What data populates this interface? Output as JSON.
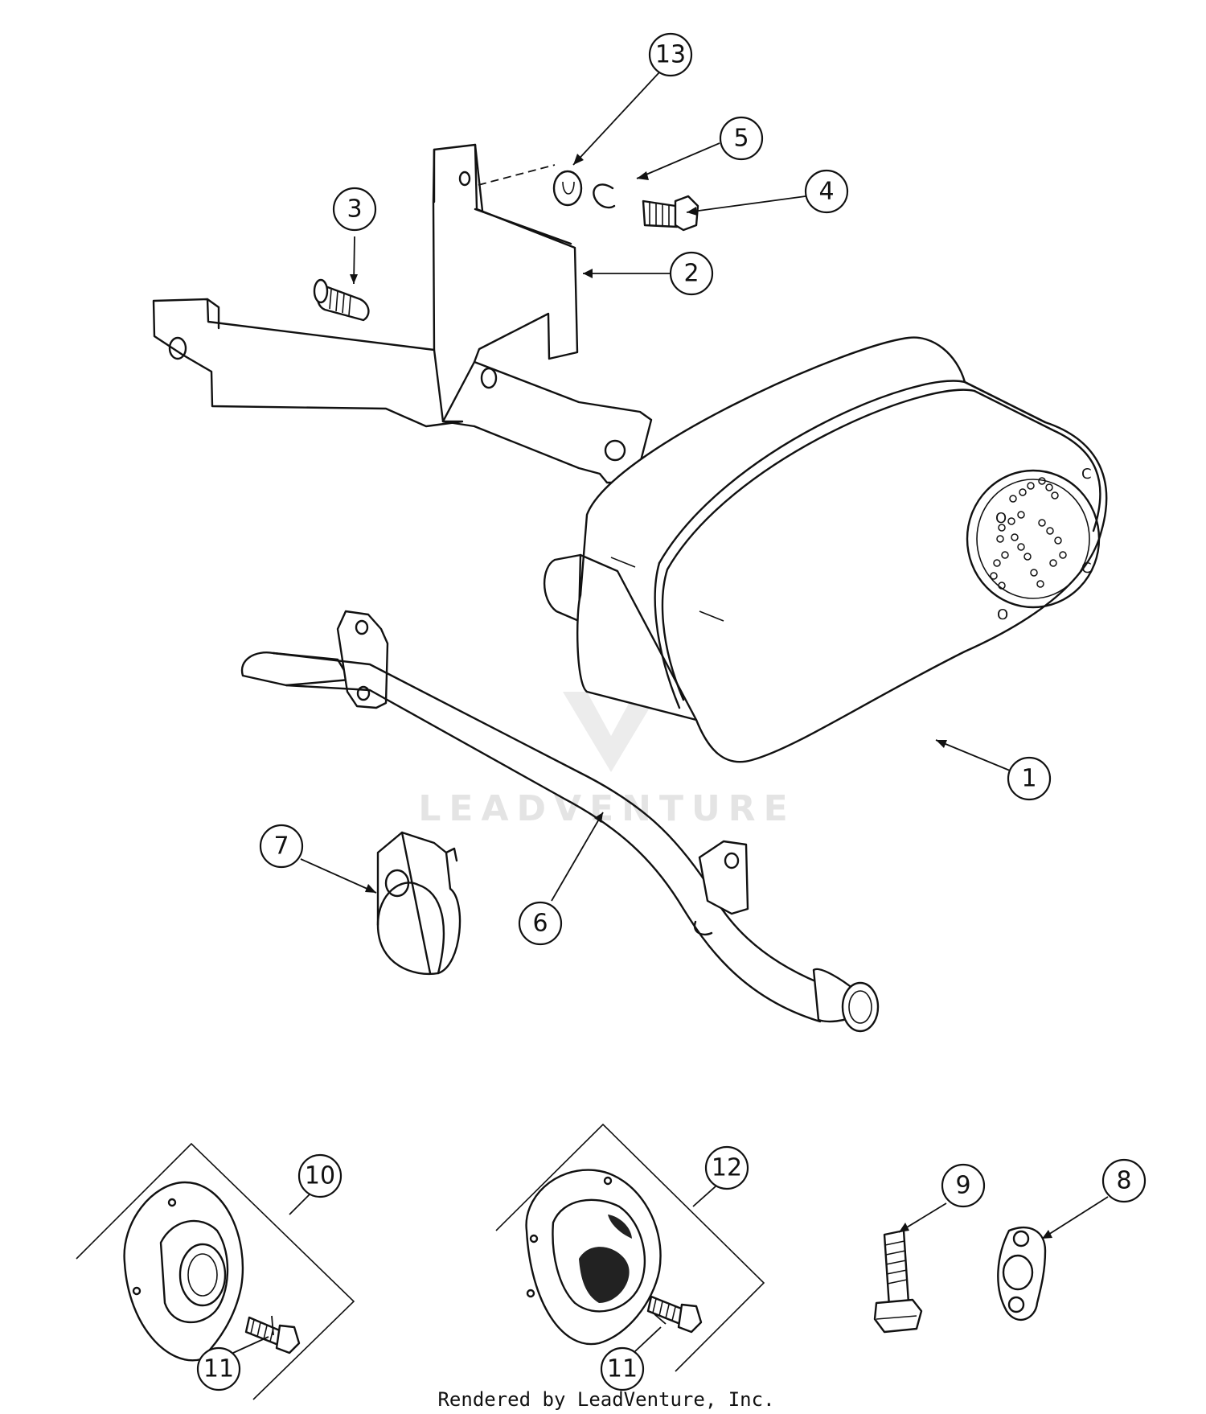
{
  "callouts": [
    {
      "id": "callout-13",
      "label": "13"
    },
    {
      "id": "callout-5",
      "label": "5"
    },
    {
      "id": "callout-4",
      "label": "4"
    },
    {
      "id": "callout-3",
      "label": "3"
    },
    {
      "id": "callout-2",
      "label": "2"
    },
    {
      "id": "callout-1",
      "label": "1"
    },
    {
      "id": "callout-7",
      "label": "7"
    },
    {
      "id": "callout-6",
      "label": "6"
    },
    {
      "id": "callout-10",
      "label": "10"
    },
    {
      "id": "callout-12",
      "label": "12"
    },
    {
      "id": "callout-9",
      "label": "9"
    },
    {
      "id": "callout-8",
      "label": "8"
    },
    {
      "id": "callout-11a",
      "label": "11"
    },
    {
      "id": "callout-11b",
      "label": "11"
    }
  ],
  "watermark": {
    "text": "LEADVENTURE"
  },
  "footer": {
    "text": "Rendered by LeadVenture, Inc."
  }
}
